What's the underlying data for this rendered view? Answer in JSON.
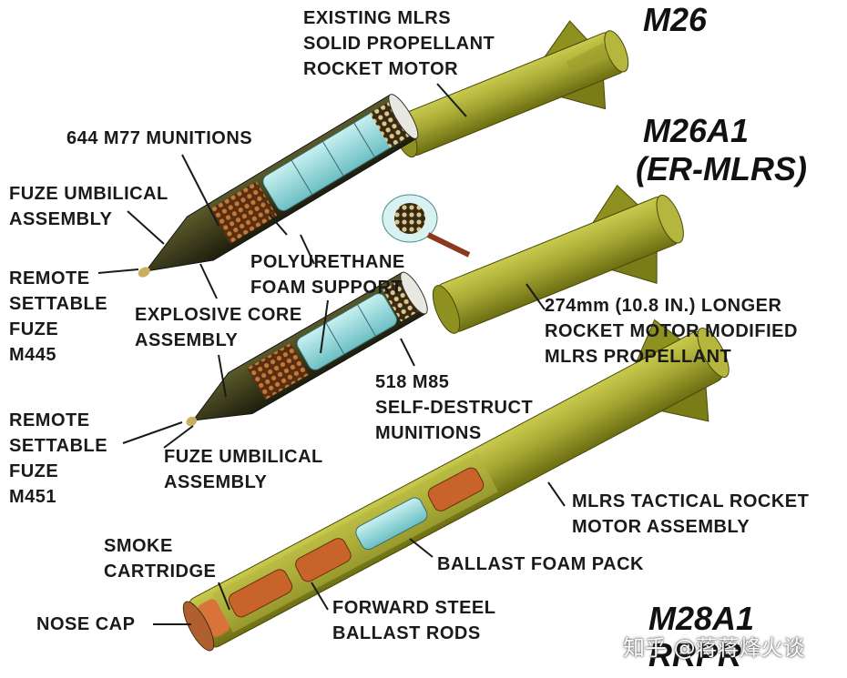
{
  "titles": {
    "m26": "M26",
    "m26a1_line1": "M26A1",
    "m26a1_line2": "(ER-MLRS)",
    "m28a1_line1": "M28A1",
    "m28a1_line2": "RRPR"
  },
  "labels": {
    "existing_motor": "EXISTING MLRS\nSOLID PROPELLANT\nROCKET MOTOR",
    "m77": "644 M77 MUNITIONS",
    "fuze_umbilical_top": "FUZE UMBILICAL\nASSEMBLY",
    "remote_fuze_m445": "REMOTE\nSETTABLE\nFUZE\nM445",
    "polyurethane": "POLYURETHANE\nFOAM SUPPORT",
    "explosive_core": "EXPLOSIVE CORE\nASSEMBLY",
    "longer_motor": "274mm (10.8 IN.) LONGER\nROCKET MOTOR MODIFIED\nMLRS PROPELLANT",
    "m85": "518 M85\nSELF-DESTRUCT\nMUNITIONS",
    "remote_fuze_m451": "REMOTE\nSETTABLE\nFUZE\nM451",
    "fuze_umbilical_bottom": "FUZE UMBILICAL\nASSEMBLY",
    "tactical_motor": "MLRS TACTICAL ROCKET\nMOTOR ASSEMBLY",
    "smoke": "SMOKE\nCARTRIDGE",
    "ballast_foam": "BALLAST FOAM PACK",
    "nose_cap": "NOSE CAP",
    "steel_rods": "FORWARD STEEL\nBALLAST RODS"
  },
  "watermark": "知乎 @蒋蒋烽火谈",
  "colors": {
    "motor_olive": "#a3a532",
    "motor_dark": "#6e7010",
    "warhead_dark": "#3a3a1a",
    "foam_cyan": "#8fd6d8",
    "munition_brown": "#8b4a20",
    "ballast_orange": "#c8642a",
    "line": "#1a1a1a"
  }
}
